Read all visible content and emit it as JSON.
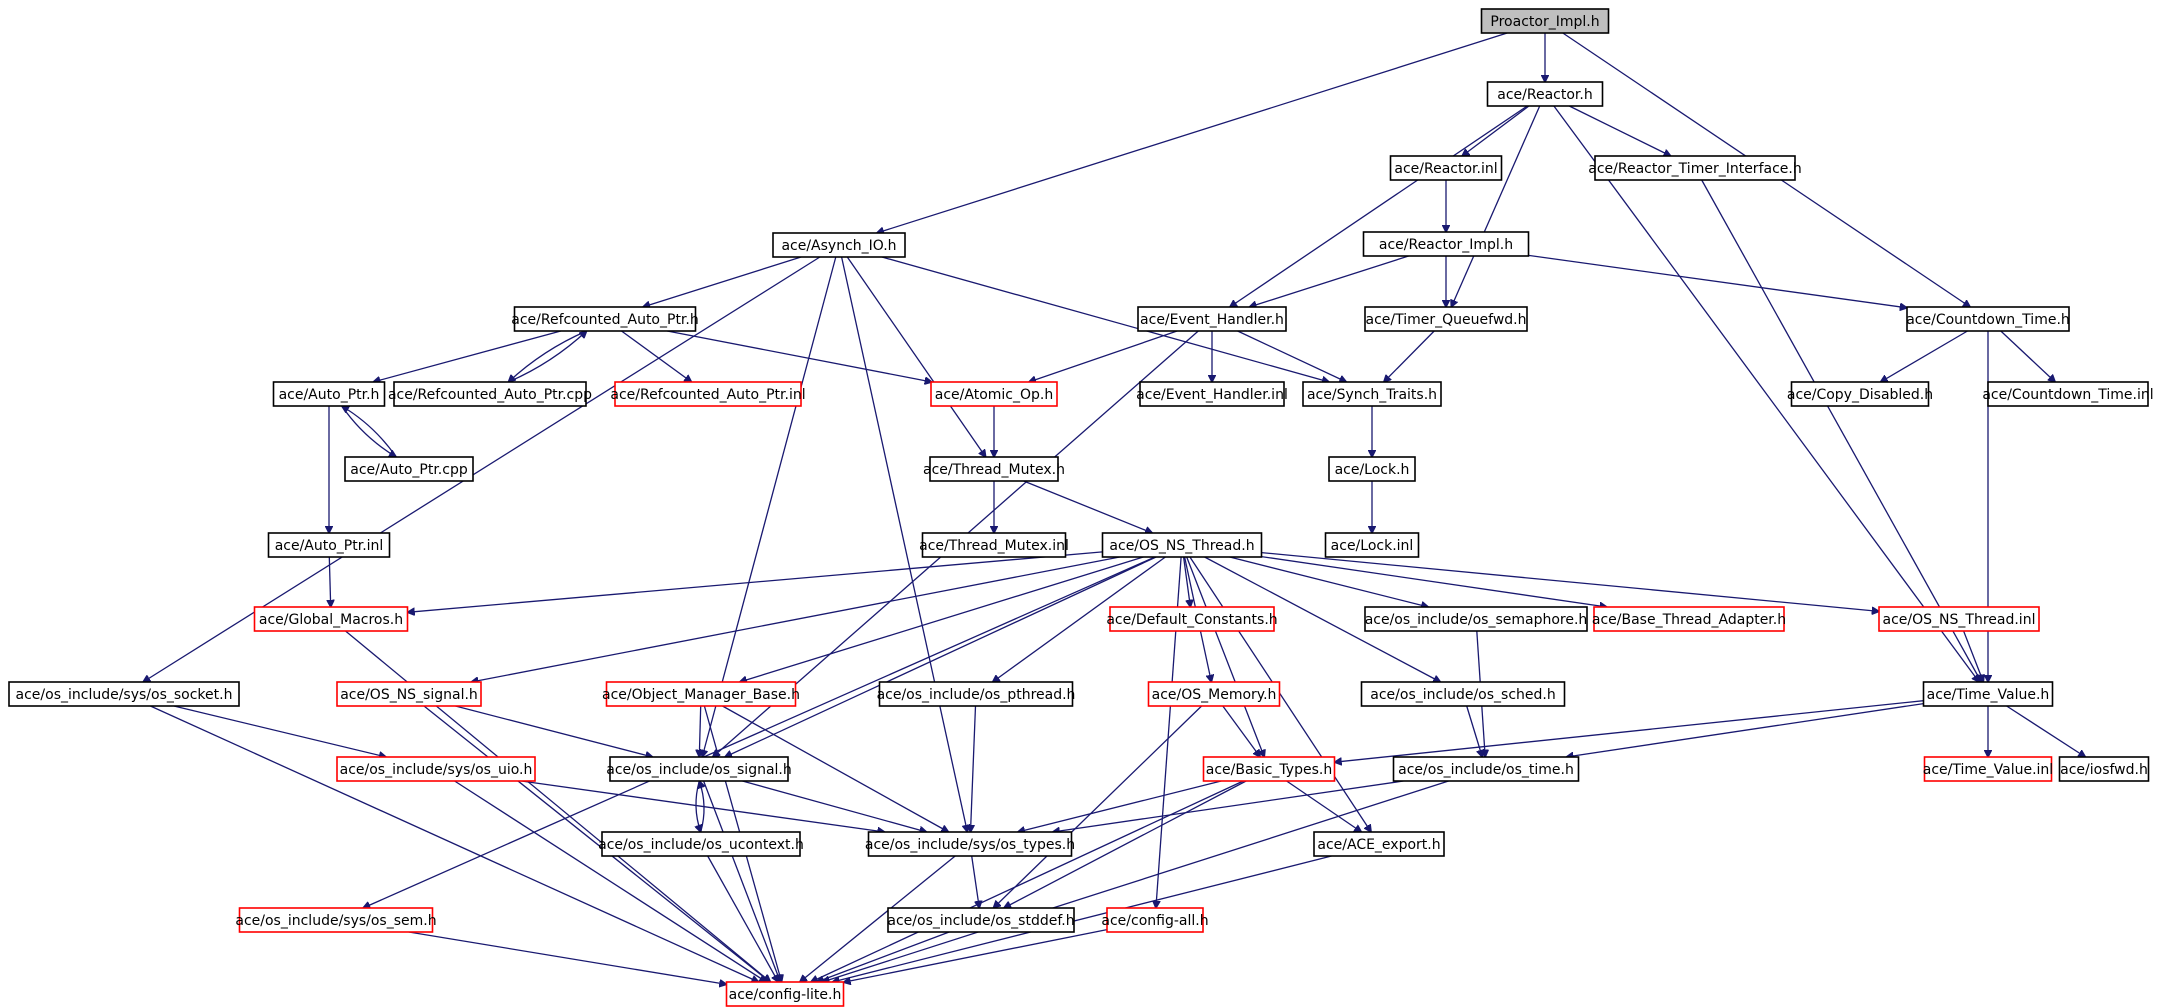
{
  "colors": {
    "edge": "#191970",
    "default_border": "#000000",
    "truncated_border": "#ff0000",
    "root_fill": "#bfbfbf",
    "node_fill": "#ffffff"
  },
  "nodes": [
    {
      "id": "n0",
      "label": "Proactor_Impl.h",
      "kind": "root"
    },
    {
      "id": "n1",
      "label": "ace/Reactor.h",
      "kind": "normal"
    },
    {
      "id": "n2",
      "label": "ace/Reactor.inl",
      "kind": "normal"
    },
    {
      "id": "n3",
      "label": "ace/Reactor_Timer_Interface.h",
      "kind": "normal"
    },
    {
      "id": "n4",
      "label": "ace/Asynch_IO.h",
      "kind": "normal"
    },
    {
      "id": "n5",
      "label": "ace/Reactor_Impl.h",
      "kind": "normal"
    },
    {
      "id": "n6",
      "label": "ace/Refcounted_Auto_Ptr.h",
      "kind": "normal"
    },
    {
      "id": "n7",
      "label": "ace/Event_Handler.h",
      "kind": "normal"
    },
    {
      "id": "n8",
      "label": "ace/Timer_Queuefwd.h",
      "kind": "normal"
    },
    {
      "id": "n9",
      "label": "ace/Countdown_Time.h",
      "kind": "normal"
    },
    {
      "id": "n10",
      "label": "ace/Auto_Ptr.h",
      "kind": "normal"
    },
    {
      "id": "n11",
      "label": "ace/Refcounted_Auto_Ptr.cpp",
      "kind": "normal"
    },
    {
      "id": "n12",
      "label": "ace/Refcounted_Auto_Ptr.inl",
      "kind": "truncated"
    },
    {
      "id": "n13",
      "label": "ace/Atomic_Op.h",
      "kind": "truncated"
    },
    {
      "id": "n14",
      "label": "ace/Event_Handler.inl",
      "kind": "normal"
    },
    {
      "id": "n15",
      "label": "ace/Synch_Traits.h",
      "kind": "normal"
    },
    {
      "id": "n16",
      "label": "ace/Copy_Disabled.h",
      "kind": "normal"
    },
    {
      "id": "n17",
      "label": "ace/Countdown_Time.inl",
      "kind": "normal"
    },
    {
      "id": "n18",
      "label": "ace/Auto_Ptr.cpp",
      "kind": "normal"
    },
    {
      "id": "n19",
      "label": "ace/Thread_Mutex.h",
      "kind": "normal"
    },
    {
      "id": "n20",
      "label": "ace/Lock.h",
      "kind": "normal"
    },
    {
      "id": "n21",
      "label": "ace/Auto_Ptr.inl",
      "kind": "normal"
    },
    {
      "id": "n22",
      "label": "ace/Thread_Mutex.inl",
      "kind": "normal"
    },
    {
      "id": "n23",
      "label": "ace/OS_NS_Thread.h",
      "kind": "normal"
    },
    {
      "id": "n24",
      "label": "ace/Lock.inl",
      "kind": "normal"
    },
    {
      "id": "n25",
      "label": "ace/Global_Macros.h",
      "kind": "truncated"
    },
    {
      "id": "n26",
      "label": "ace/Default_Constants.h",
      "kind": "truncated"
    },
    {
      "id": "n27",
      "label": "ace/os_include/os_semaphore.h",
      "kind": "normal"
    },
    {
      "id": "n28",
      "label": "ace/Base_Thread_Adapter.h",
      "kind": "truncated"
    },
    {
      "id": "n29",
      "label": "ace/OS_NS_Thread.inl",
      "kind": "truncated"
    },
    {
      "id": "n30",
      "label": "ace/os_include/sys/os_socket.h",
      "kind": "normal"
    },
    {
      "id": "n31",
      "label": "ace/OS_NS_signal.h",
      "kind": "truncated"
    },
    {
      "id": "n32",
      "label": "ace/Object_Manager_Base.h",
      "kind": "truncated"
    },
    {
      "id": "n33",
      "label": "ace/os_include/os_pthread.h",
      "kind": "normal"
    },
    {
      "id": "n34",
      "label": "ace/OS_Memory.h",
      "kind": "truncated"
    },
    {
      "id": "n35",
      "label": "ace/os_include/os_sched.h",
      "kind": "normal"
    },
    {
      "id": "n36",
      "label": "ace/Time_Value.h",
      "kind": "normal"
    },
    {
      "id": "n37",
      "label": "ace/os_include/sys/os_uio.h",
      "kind": "truncated"
    },
    {
      "id": "n38",
      "label": "ace/os_include/os_signal.h",
      "kind": "normal"
    },
    {
      "id": "n39",
      "label": "ace/Basic_Types.h",
      "kind": "truncated"
    },
    {
      "id": "n40",
      "label": "ace/os_include/os_time.h",
      "kind": "normal"
    },
    {
      "id": "n41",
      "label": "ace/Time_Value.inl",
      "kind": "truncated"
    },
    {
      "id": "n42",
      "label": "ace/iosfwd.h",
      "kind": "normal"
    },
    {
      "id": "n43",
      "label": "ace/os_include/os_ucontext.h",
      "kind": "normal"
    },
    {
      "id": "n44",
      "label": "ace/os_include/sys/os_types.h",
      "kind": "normal"
    },
    {
      "id": "n45",
      "label": "ace/ACE_export.h",
      "kind": "normal"
    },
    {
      "id": "n46",
      "label": "ace/os_include/sys/os_sem.h",
      "kind": "truncated"
    },
    {
      "id": "n47",
      "label": "ace/os_include/os_stddef.h",
      "kind": "normal"
    },
    {
      "id": "n48",
      "label": "ace/config-all.h",
      "kind": "truncated"
    },
    {
      "id": "n49",
      "label": "ace/config-lite.h",
      "kind": "truncated"
    }
  ],
  "edges": [
    [
      "n0",
      "n1"
    ],
    [
      "n0",
      "n4"
    ],
    [
      "n0",
      "n9"
    ],
    [
      "n1",
      "n2"
    ],
    [
      "n1",
      "n3"
    ],
    [
      "n1",
      "n7"
    ],
    [
      "n1",
      "n8"
    ],
    [
      "n1",
      "n36"
    ],
    [
      "n2",
      "n5"
    ],
    [
      "n3",
      "n36"
    ],
    [
      "n4",
      "n6"
    ],
    [
      "n4",
      "n19"
    ],
    [
      "n4",
      "n15"
    ],
    [
      "n4",
      "n44"
    ],
    [
      "n4",
      "n30"
    ],
    [
      "n4",
      "n38"
    ],
    [
      "n5",
      "n7"
    ],
    [
      "n5",
      "n8"
    ],
    [
      "n5",
      "n9"
    ],
    [
      "n6",
      "n10"
    ],
    [
      "n6",
      "n11"
    ],
    [
      "n6",
      "n12"
    ],
    [
      "n6",
      "n13"
    ],
    [
      "n11",
      "n6"
    ],
    [
      "n7",
      "n13"
    ],
    [
      "n7",
      "n14"
    ],
    [
      "n7",
      "n15"
    ],
    [
      "n7",
      "n38"
    ],
    [
      "n8",
      "n15"
    ],
    [
      "n9",
      "n16"
    ],
    [
      "n9",
      "n17"
    ],
    [
      "n9",
      "n36"
    ],
    [
      "n10",
      "n18"
    ],
    [
      "n10",
      "n21"
    ],
    [
      "n18",
      "n10"
    ],
    [
      "n13",
      "n19"
    ],
    [
      "n15",
      "n20"
    ],
    [
      "n20",
      "n24"
    ],
    [
      "n19",
      "n22"
    ],
    [
      "n19",
      "n23"
    ],
    [
      "n21",
      "n25"
    ],
    [
      "n23",
      "n25"
    ],
    [
      "n23",
      "n26"
    ],
    [
      "n23",
      "n27"
    ],
    [
      "n23",
      "n28"
    ],
    [
      "n23",
      "n29"
    ],
    [
      "n23",
      "n31"
    ],
    [
      "n23",
      "n32"
    ],
    [
      "n23",
      "n33"
    ],
    [
      "n23",
      "n34"
    ],
    [
      "n23",
      "n35"
    ],
    [
      "n23",
      "n39"
    ],
    [
      "n23",
      "n45"
    ],
    [
      "n23",
      "n46"
    ],
    [
      "n23",
      "n48"
    ],
    [
      "n23",
      "n38"
    ],
    [
      "n25",
      "n49"
    ],
    [
      "n27",
      "n40"
    ],
    [
      "n29",
      "n36"
    ],
    [
      "n30",
      "n37"
    ],
    [
      "n30",
      "n49"
    ],
    [
      "n31",
      "n38"
    ],
    [
      "n31",
      "n49"
    ],
    [
      "n32",
      "n38"
    ],
    [
      "n32",
      "n44"
    ],
    [
      "n32",
      "n49"
    ],
    [
      "n33",
      "n44"
    ],
    [
      "n34",
      "n39"
    ],
    [
      "n34",
      "n47"
    ],
    [
      "n35",
      "n40"
    ],
    [
      "n36",
      "n39"
    ],
    [
      "n36",
      "n40"
    ],
    [
      "n36",
      "n41"
    ],
    [
      "n36",
      "n42"
    ],
    [
      "n37",
      "n44"
    ],
    [
      "n37",
      "n49"
    ],
    [
      "n38",
      "n43"
    ],
    [
      "n38",
      "n44"
    ],
    [
      "n38",
      "n49"
    ],
    [
      "n43",
      "n38"
    ],
    [
      "n43",
      "n49"
    ],
    [
      "n39",
      "n44"
    ],
    [
      "n39",
      "n45"
    ],
    [
      "n39",
      "n47"
    ],
    [
      "n39",
      "n49"
    ],
    [
      "n40",
      "n44"
    ],
    [
      "n40",
      "n49"
    ],
    [
      "n44",
      "n47"
    ],
    [
      "n44",
      "n49"
    ],
    [
      "n45",
      "n49"
    ],
    [
      "n46",
      "n49"
    ],
    [
      "n47",
      "n49"
    ],
    [
      "n48",
      "n49"
    ]
  ]
}
